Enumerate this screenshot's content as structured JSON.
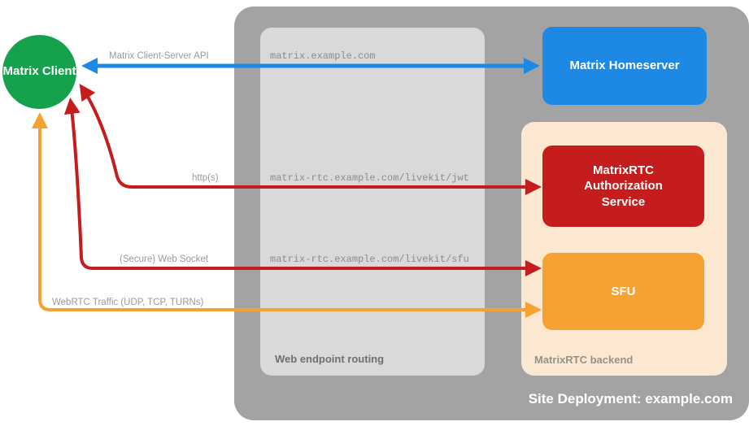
{
  "diagram": {
    "client": {
      "label": "Matrix Client"
    },
    "homeserver": {
      "label": "Matrix Homeserver"
    },
    "auth_service": {
      "label": "MatrixRTC Authorization Service"
    },
    "sfu": {
      "label": "SFU"
    },
    "routing": {
      "label": "Web endpoint routing"
    },
    "backend": {
      "label": "MatrixRTC backend"
    },
    "site": {
      "label": "Site Deployment: example.com"
    },
    "connections": [
      {
        "label": "Matrix Client-Server API",
        "endpoint": "matrix.example.com",
        "from": "Matrix Client",
        "to": "Matrix Homeserver",
        "color": "#1e88e5",
        "bidirectional": true
      },
      {
        "label": "http(s)",
        "endpoint": "matrix-rtc.example.com/livekit/jwt",
        "from": "Matrix Client",
        "to": "MatrixRTC Authorization Service",
        "color": "#c51d1d",
        "bidirectional": true
      },
      {
        "label": "(Secure) Web Socket",
        "endpoint": "matrix-rtc.example.com/livekit/sfu",
        "from": "Matrix Client",
        "to": "SFU",
        "color": "#c51d1d",
        "bidirectional": true
      },
      {
        "label": "WebRTC Traffic (UDP, TCP, TURNs)",
        "endpoint": "",
        "from": "Matrix Client",
        "to": "SFU",
        "color": "#f6a233",
        "bidirectional": true
      }
    ],
    "colors": {
      "client_green": "#16a24d",
      "homeserver_blue": "#1e88e5",
      "auth_red": "#c51d1d",
      "sfu_orange": "#f6a233",
      "backend_peach": "#fce8d0",
      "site_gray": "#a3a3a3",
      "routing_gray": "#d9d9d9"
    }
  }
}
